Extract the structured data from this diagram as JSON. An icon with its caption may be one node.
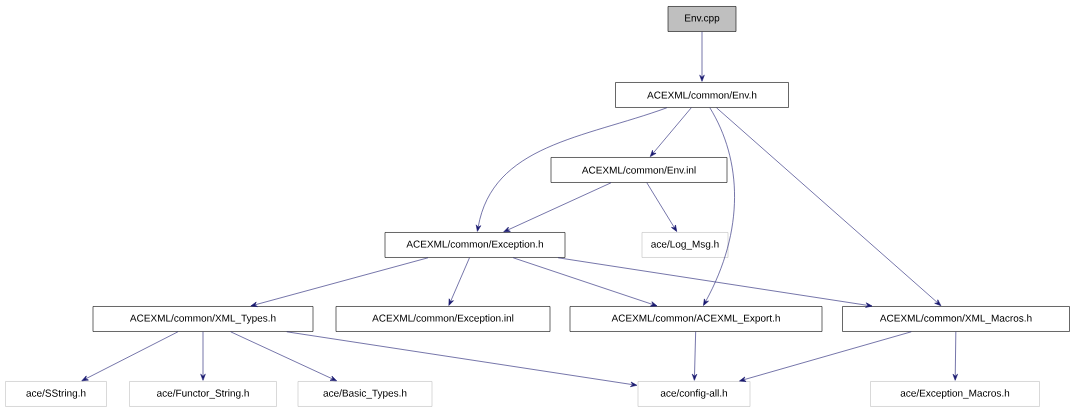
{
  "diagram": {
    "nodes": [
      {
        "text": [
          "Env.cpp"
        ]
      },
      {
        "text": [
          "ACEXML/common/Env.h"
        ]
      },
      {
        "text": [
          "ACEXML/common/Env.inl"
        ]
      },
      {
        "text": [
          "ACEXML/common/Exception.h"
        ]
      },
      {
        "text": [
          "ace/Log_Msg.h"
        ]
      },
      {
        "text": [
          "ACEXML/common/XML_Types.h"
        ]
      },
      {
        "text": [
          "ACEXML/common/Exception.inl"
        ]
      },
      {
        "text": [
          "ACEXML/common/ACEXML_Export.h"
        ]
      },
      {
        "text": [
          "ACEXML/common/XML_Macros.h"
        ]
      },
      {
        "text": [
          "ace/SString.h"
        ]
      },
      {
        "text": [
          "ace/Functor_String.h"
        ]
      },
      {
        "text": [
          "ace/Basic_Types.h"
        ]
      },
      {
        "text": [
          "ace/config-all.h"
        ]
      },
      {
        "text": [
          "ace/Exception_Macros.h"
        ]
      }
    ],
    "edges": [
      {
        "from": 0,
        "to": 1,
        "arrow": "to"
      },
      {
        "from": 1,
        "to": 3,
        "arrow": "to"
      },
      {
        "from": 1,
        "to": 2,
        "arrow": "to"
      },
      {
        "from": 1,
        "to": 7,
        "arrow": "to"
      },
      {
        "from": 1,
        "to": 8,
        "arrow": "to"
      },
      {
        "from": 2,
        "to": 3,
        "arrow": "to"
      },
      {
        "from": 2,
        "to": 4,
        "arrow": "to"
      },
      {
        "from": 3,
        "to": 5,
        "arrow": "to"
      },
      {
        "from": 3,
        "to": 6,
        "arrow": "to"
      },
      {
        "from": 3,
        "to": 7,
        "arrow": "to"
      },
      {
        "from": 3,
        "to": 8,
        "arrow": "to"
      },
      {
        "from": 5,
        "to": 9,
        "arrow": "to"
      },
      {
        "from": 5,
        "to": 10,
        "arrow": "to"
      },
      {
        "from": 5,
        "to": 11,
        "arrow": "to"
      },
      {
        "from": 5,
        "to": 12,
        "arrow": "to"
      },
      {
        "from": 7,
        "to": 12,
        "arrow": "to"
      },
      {
        "from": 8,
        "to": 12,
        "arrow": "to"
      },
      {
        "from": 8,
        "to": 13,
        "arrow": "to"
      }
    ]
  }
}
